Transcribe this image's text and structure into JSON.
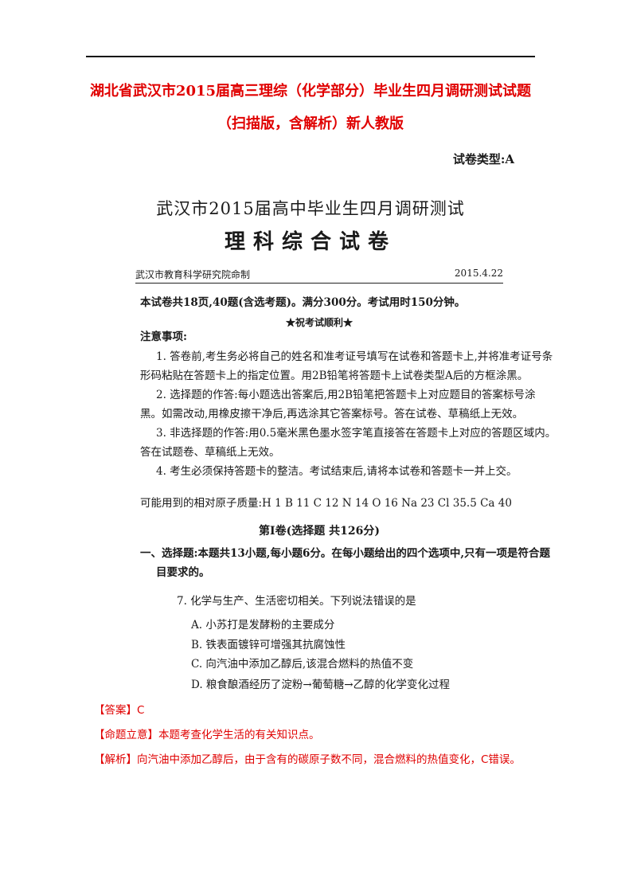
{
  "header": {
    "title_line1": "湖北省武汉市2015届高三理综（化学部分）毕业生四月调研测试试题",
    "title_line2": "（扫描版，含解析）新人教版",
    "paper_type": "试卷类型:A"
  },
  "scan": {
    "title1": "武汉市2015届高中毕业生四月调研测试",
    "title2": "理科综合试卷",
    "issuer": "武汉市教育科学研究院命制",
    "date": "2015.4.22",
    "summary": "本试卷共18页,40题(含选考题)。满分300分。考试用时150分钟。",
    "wish": "★祝考试顺利★",
    "notes_heading": "注意事项:",
    "notes": [
      "1. 答卷前,考生务必将自己的姓名和准考证号填写在试卷和答题卡上,并将准考证号条",
      "形码粘贴在答题卡上的指定位置。用2B铅笔将答题卡上试卷类型A后的方框涂黑。",
      "2. 选择题的作答:每小题选出答案后,用2B铅笔把答题卡上对应题目的答案标号涂",
      "黑。如需改动,用橡皮擦干净后,再选涂其它答案标号。答在试卷、草稿纸上无效。",
      "3. 非选择题的作答:用0.5毫米黑色墨水签字笔直接答在答题卡上对应的答题区域内。",
      "答在试题卷、草稿纸上无效。",
      "4. 考生必须保持答题卡的整洁。考试结束后,请将本试卷和答题卡一并上交。"
    ],
    "atomic_masses": "可能用到的相对原子质量:H 1  B 11  C 12  N 14  O 16  Na 23  Cl 35.5  Ca 40",
    "section_title": "第Ⅰ卷(选择题  共126分)",
    "section_intro_1": "一、选择题:本题共13小题,每小题6分。在每小题给出的四个选项中,只有一项是符合题",
    "section_intro_2": "目要求的。",
    "question": "7. 化学与生产、生活密切相关。下列说法错误的是",
    "options": [
      "A. 小苏打是发酵粉的主要成分",
      "B. 铁表面镀锌可增强其抗腐蚀性",
      "C. 向汽油中添加乙醇后,该混合燃料的热值不变",
      "D. 粮食酿酒经历了淀粉→葡萄糖→乙醇的化学变化过程"
    ]
  },
  "answer": {
    "answer_label": "【答案】",
    "answer_value": "C",
    "intent_label": "【命题立意】",
    "intent_value": "本题考查化学生活的有关知识点。",
    "analysis_label": "【解析】",
    "analysis_value": "向汽油中添加乙醇后，由于含有的碳原子数不同，混合燃料的热值变化，C错误。"
  },
  "colors": {
    "accent_red": "#e00000",
    "text": "#1a1a1a"
  }
}
